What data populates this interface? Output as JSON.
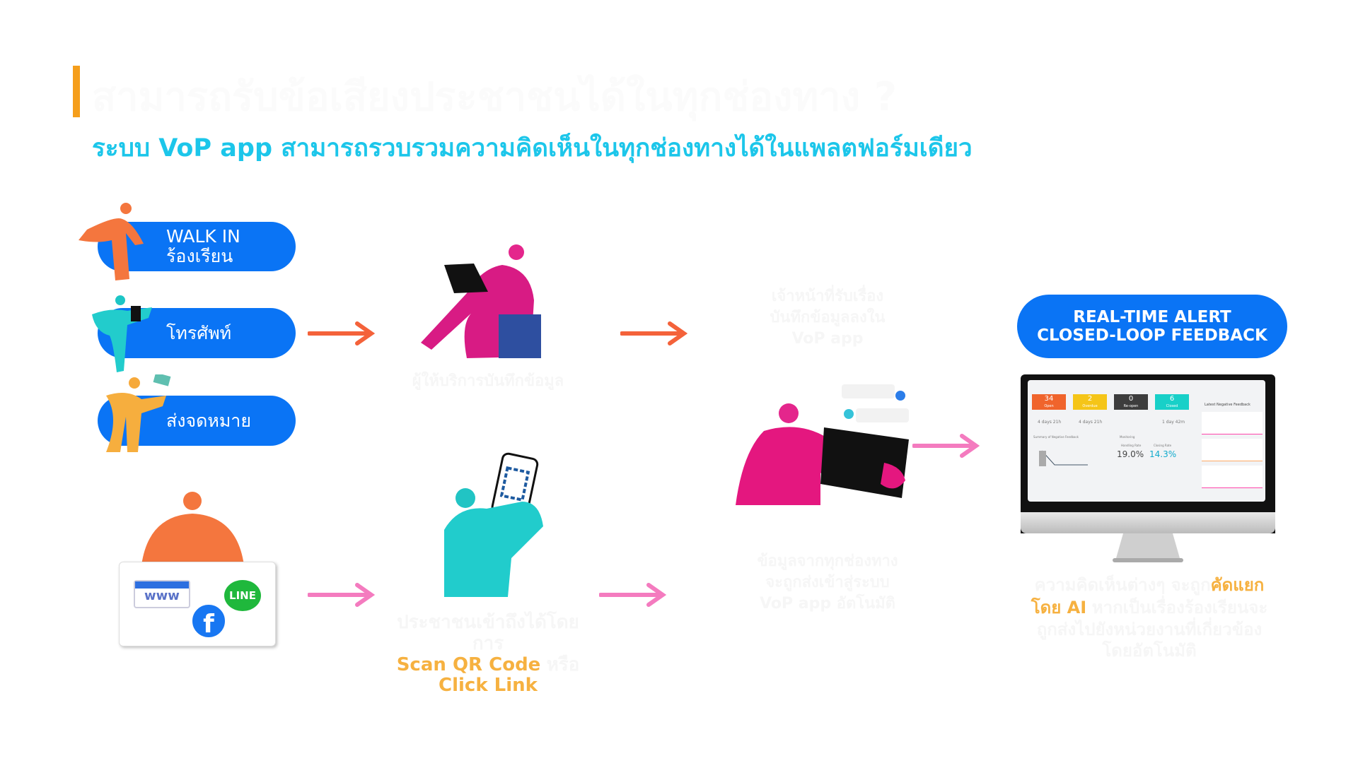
{
  "header": {
    "title": "สามารถรับข้อเสียงประชาชนได้ในทุกช่องทาง ?",
    "subtitle": "ระบบ VoP app สามารถรวบรวมความคิดเห็นในทุกช่องทางได้ในแพลตฟอร์มเดียว"
  },
  "channels": [
    {
      "line1": "WALK IN",
      "line2": "ร้องเรียน"
    },
    {
      "line1": "โทรศัพท์"
    },
    {
      "line1": "ส่งจดหมาย"
    }
  ],
  "online": {
    "www": "www",
    "line": "LINE",
    "facebook": "f"
  },
  "steps": {
    "officer": "ผู้ให้บริการบันทึกข้อมูล",
    "vop": [
      "เจ้าหน้าที่รับเรื่อง",
      "บันทึกข้อมูลลงใน",
      "VoP app"
    ],
    "qr_prefix": "ประชาชนเข้าถึงได้โดยการ",
    "qr_highlight": "Scan QR Code",
    "qr_or": "หรือ",
    "qr_link": "Click Link",
    "tablet": [
      "ข้อมูลจากทุกช่องทาง",
      "จะถูกส่งเข้าสู่ระบบ",
      "VoP app อัตโนมัติ"
    ]
  },
  "alert": {
    "line1": "REAL-TIME ALERT",
    "line2": "CLOSED-LOOP FEEDBACK"
  },
  "result": {
    "pre": "ความคิดเห็นต่างๆ จะถูก",
    "hl1": "คัดแยก",
    "hl2": "โดย AI",
    "post": "หากเป็นเรื่องร้องเรียนจะ",
    "line3": "ถูกส่งไปยังหน่วยงานที่เกี่ยวข้อง",
    "line4": "โดยอัตโนมัติ"
  },
  "dashboard": {
    "cards": [
      {
        "value": "34",
        "label": "Open",
        "color": "#f0642c"
      },
      {
        "value": "2",
        "label": "Overdue",
        "color": "#f5c518"
      },
      {
        "value": "0",
        "label": "Re-open",
        "color": "#3d3d3d"
      },
      {
        "value": "6",
        "label": "Closed",
        "color": "#18d0c8"
      }
    ],
    "times": [
      "4 days 21h",
      "4 days 21h",
      "",
      "1 day 42m"
    ],
    "latest_title": "Latest Negative Feedback",
    "summary_title": "Summary of Negative Feedback",
    "monitoring_title": "Monitoring",
    "handling_rate": "19.0%",
    "closing_rate": "14.3%",
    "handling_label": "Handling Rate",
    "closing_label": "Closing Rate"
  },
  "colors": {
    "blue": "#0a74f5",
    "cyan": "#1cc6ea",
    "orange": "#f59e1b",
    "arrow_orange": "#f4623a",
    "arrow_pink": "#f47bbf",
    "highlight": "#f6b140"
  }
}
